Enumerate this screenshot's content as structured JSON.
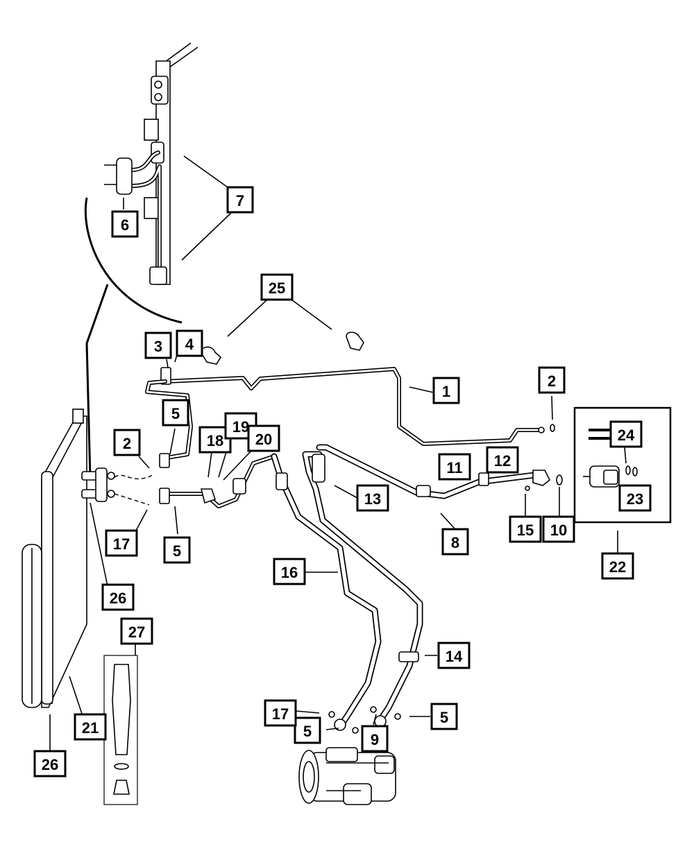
{
  "callouts": [
    {
      "label": "1"
    },
    {
      "label": "2"
    },
    {
      "label": "2"
    },
    {
      "label": "3"
    },
    {
      "label": "4"
    },
    {
      "label": "5"
    },
    {
      "label": "5"
    },
    {
      "label": "5"
    },
    {
      "label": "5"
    },
    {
      "label": "6"
    },
    {
      "label": "7"
    },
    {
      "label": "8"
    },
    {
      "label": "9"
    },
    {
      "label": "10"
    },
    {
      "label": "11"
    },
    {
      "label": "12"
    },
    {
      "label": "13"
    },
    {
      "label": "14"
    },
    {
      "label": "15"
    },
    {
      "label": "16"
    },
    {
      "label": "17"
    },
    {
      "label": "17"
    },
    {
      "label": "18"
    },
    {
      "label": "19"
    },
    {
      "label": "20"
    },
    {
      "label": "21"
    },
    {
      "label": "22"
    },
    {
      "label": "23"
    },
    {
      "label": "24"
    },
    {
      "label": "25"
    },
    {
      "label": "26"
    },
    {
      "label": "26"
    },
    {
      "label": "27"
    }
  ]
}
